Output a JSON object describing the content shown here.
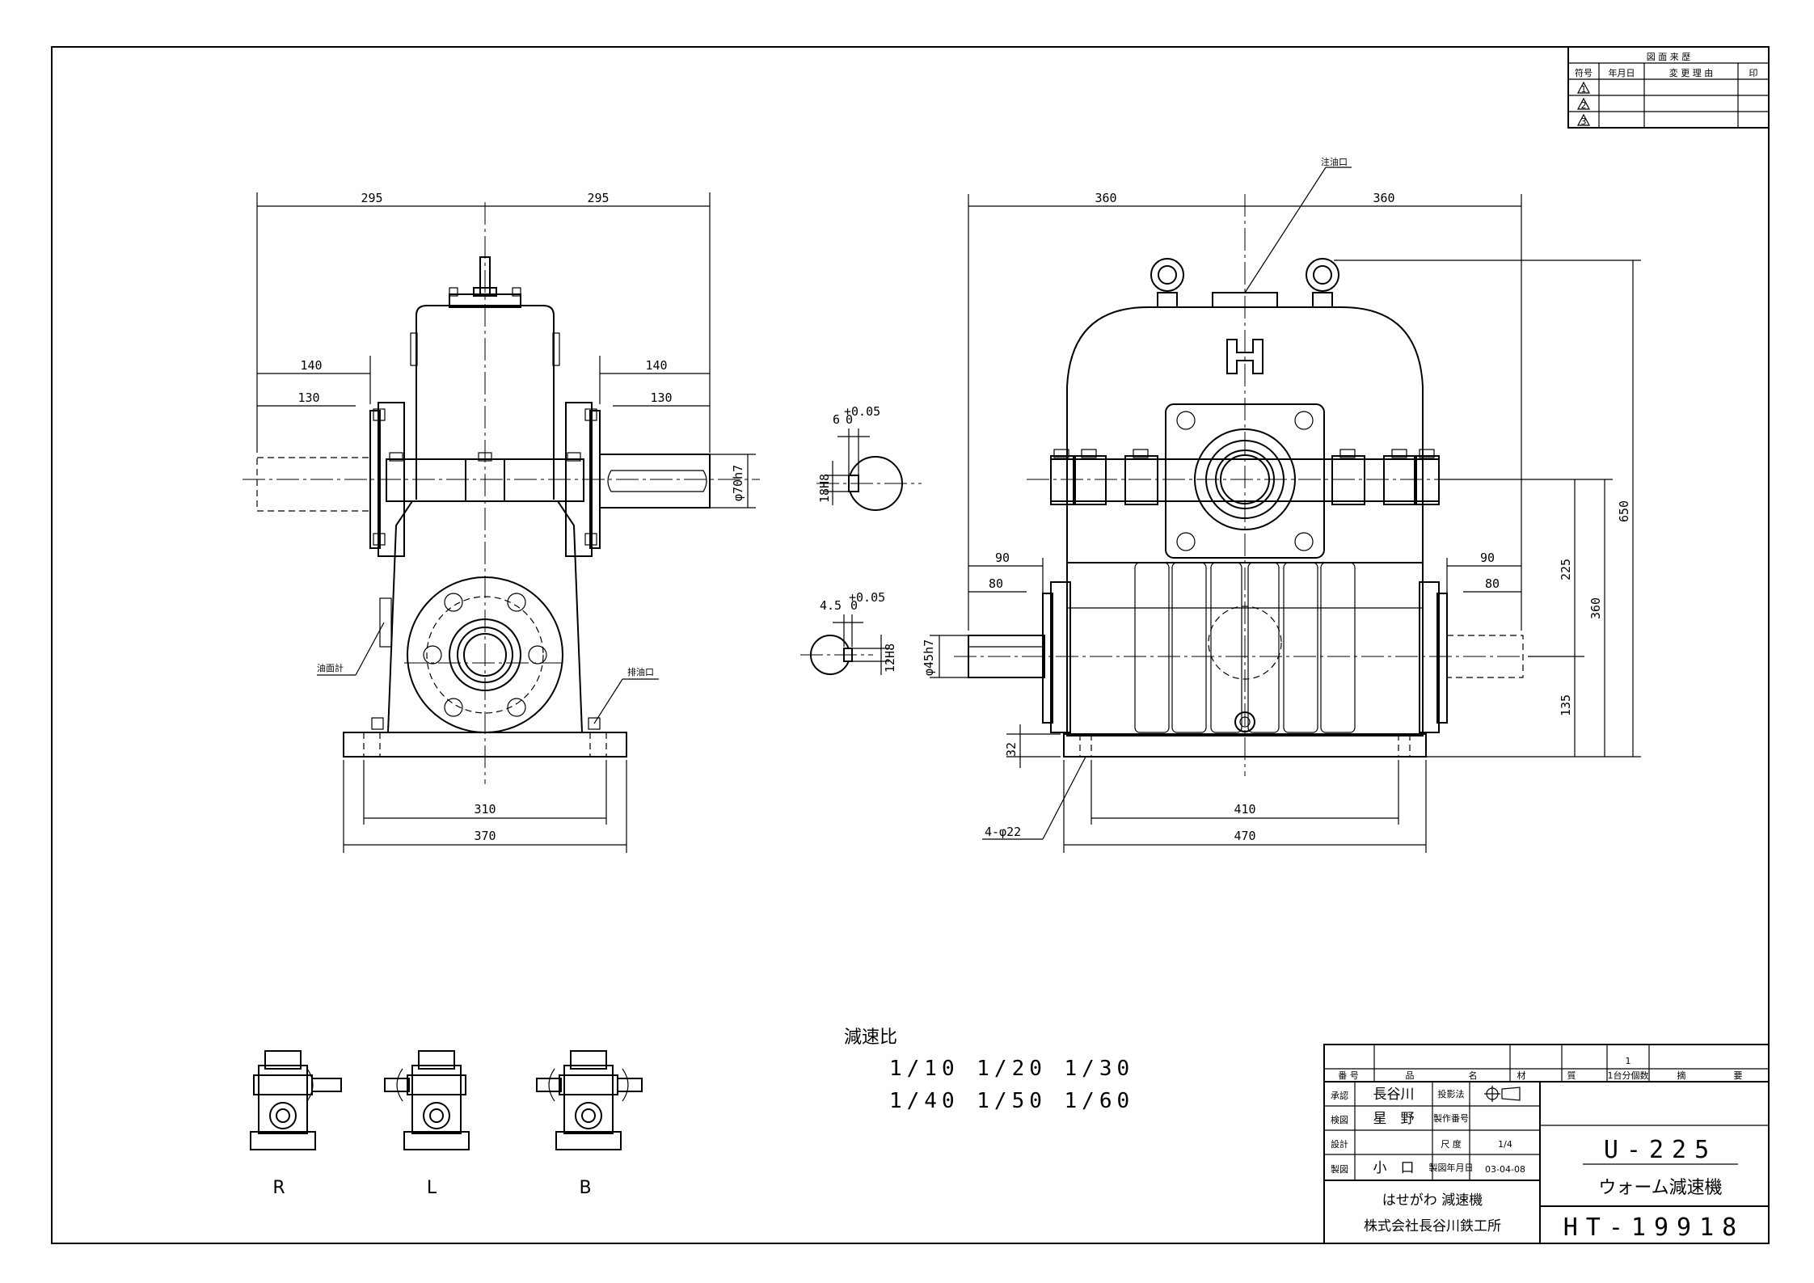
{
  "revision_table": {
    "title": "図 面 来 歴",
    "headers": [
      "符号",
      "年月日",
      "変 更 理 由",
      "印"
    ],
    "symbols": [
      "1",
      "2",
      "3"
    ]
  },
  "dimensions": {
    "side_view": [
      "295",
      "295",
      "140",
      "130",
      "140",
      "130",
      "φ70h7",
      "310",
      "370"
    ],
    "front_view": [
      "360",
      "360",
      "90",
      "80",
      "90",
      "80",
      "φ45h7",
      "225",
      "360",
      "135",
      "650",
      "32",
      "410",
      "470",
      "4-φ22"
    ],
    "key_sections": [
      "6",
      "+0.05",
      "0",
      "18H8",
      "4.5",
      "+0.05",
      "0",
      "12H8"
    ]
  },
  "callouts": {
    "oil_inlet": "注油口",
    "oil_gauge": "油面計",
    "drain": "排油口"
  },
  "ratio": {
    "label": "減速比",
    "row1": "1/10  1/20  1/30",
    "row2": "1/40  1/50  1/60"
  },
  "variants": [
    "R",
    "L",
    "B"
  ],
  "title_block": {
    "qty": "1",
    "headers": [
      "番 号",
      "品",
      "名",
      "材",
      "質",
      "1台分個数",
      "摘",
      "要"
    ],
    "approve_label": "承認",
    "approve": "長谷川",
    "check_label": "検図",
    "check": "星　野",
    "design_label": "設計",
    "design": "",
    "draft_label": "製図",
    "draft": "小　口",
    "projection_label": "投影法",
    "drawing_no_label": "製作番号",
    "scale_label": "尺 度",
    "scale": "1/4",
    "date_label": "製図年月日",
    "date": "03-04-08",
    "company_line1": "はせがわ 減速機",
    "company_line2": "株式会社長谷川鉄工所",
    "model": "U-225",
    "product": "ウォーム減速機",
    "drawing_number": "HT-19918"
  }
}
